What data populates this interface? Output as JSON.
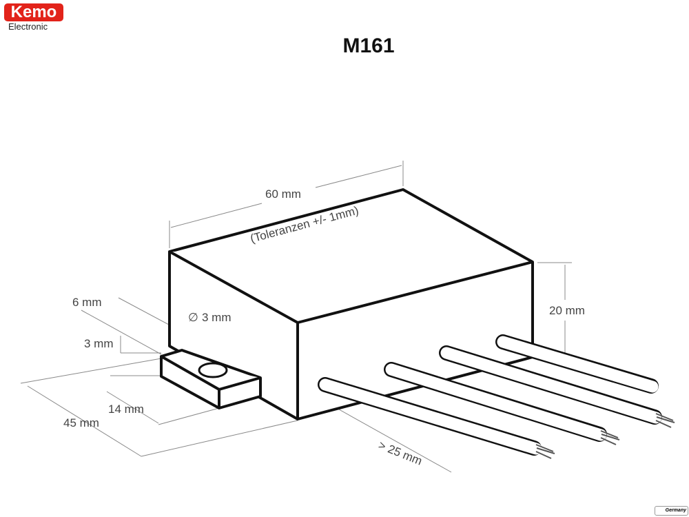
{
  "brand": {
    "logo": "Kemo",
    "subtitle": "Electronic",
    "badge": "Germany"
  },
  "title": "M161",
  "dimensions": {
    "length": "60 mm",
    "tolerance": "(Toleranzen +/- 1mm)",
    "height": "20 mm",
    "hole": "3 mm",
    "tab_width": "6 mm",
    "tab_height": "3 mm",
    "tab_depth": "14 mm",
    "depth": "45 mm",
    "wire_length": "> 25 mm"
  }
}
